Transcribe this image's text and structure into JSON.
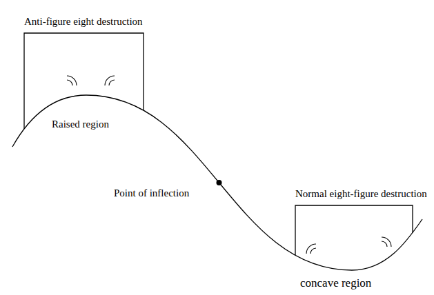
{
  "diagram": {
    "nodes": [
      {
        "text": [
          "Anti-figure eight destruction"
        ]
      },
      {
        "text": [
          "Normal eight-figure destruction"
        ]
      }
    ],
    "labels": [
      "Raised region",
      "Point of inflection",
      "concave region"
    ]
  }
}
